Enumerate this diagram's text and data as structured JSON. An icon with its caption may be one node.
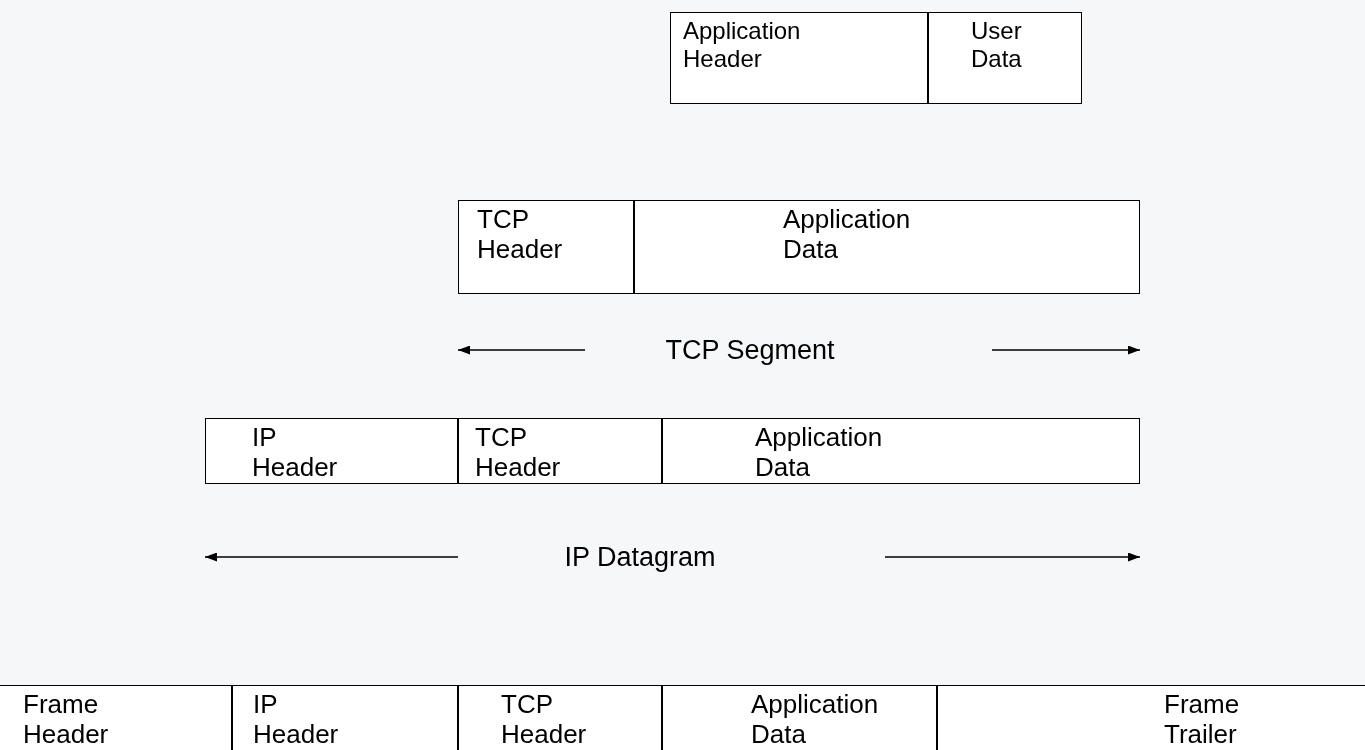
{
  "diagram": {
    "nodes": [
      {
        "text": [
          "Application Header"
        ]
      },
      {
        "text": [
          "User Data"
        ]
      },
      {
        "text": [
          "TCP Header"
        ]
      },
      {
        "text": [
          "Application Data"
        ]
      },
      {
        "text": [
          "IP Header"
        ]
      },
      {
        "text": [
          "TCP Header"
        ]
      },
      {
        "text": [
          "Application Data"
        ]
      },
      {
        "text": [
          "Frame Header"
        ]
      },
      {
        "text": [
          "IP Header"
        ]
      },
      {
        "text": [
          "TCP Header"
        ]
      },
      {
        "text": [
          "Application Data"
        ]
      },
      {
        "text": [
          "Frame Trailer"
        ]
      }
    ],
    "labels": [
      "TCP Segment",
      "IP Datagram"
    ]
  }
}
